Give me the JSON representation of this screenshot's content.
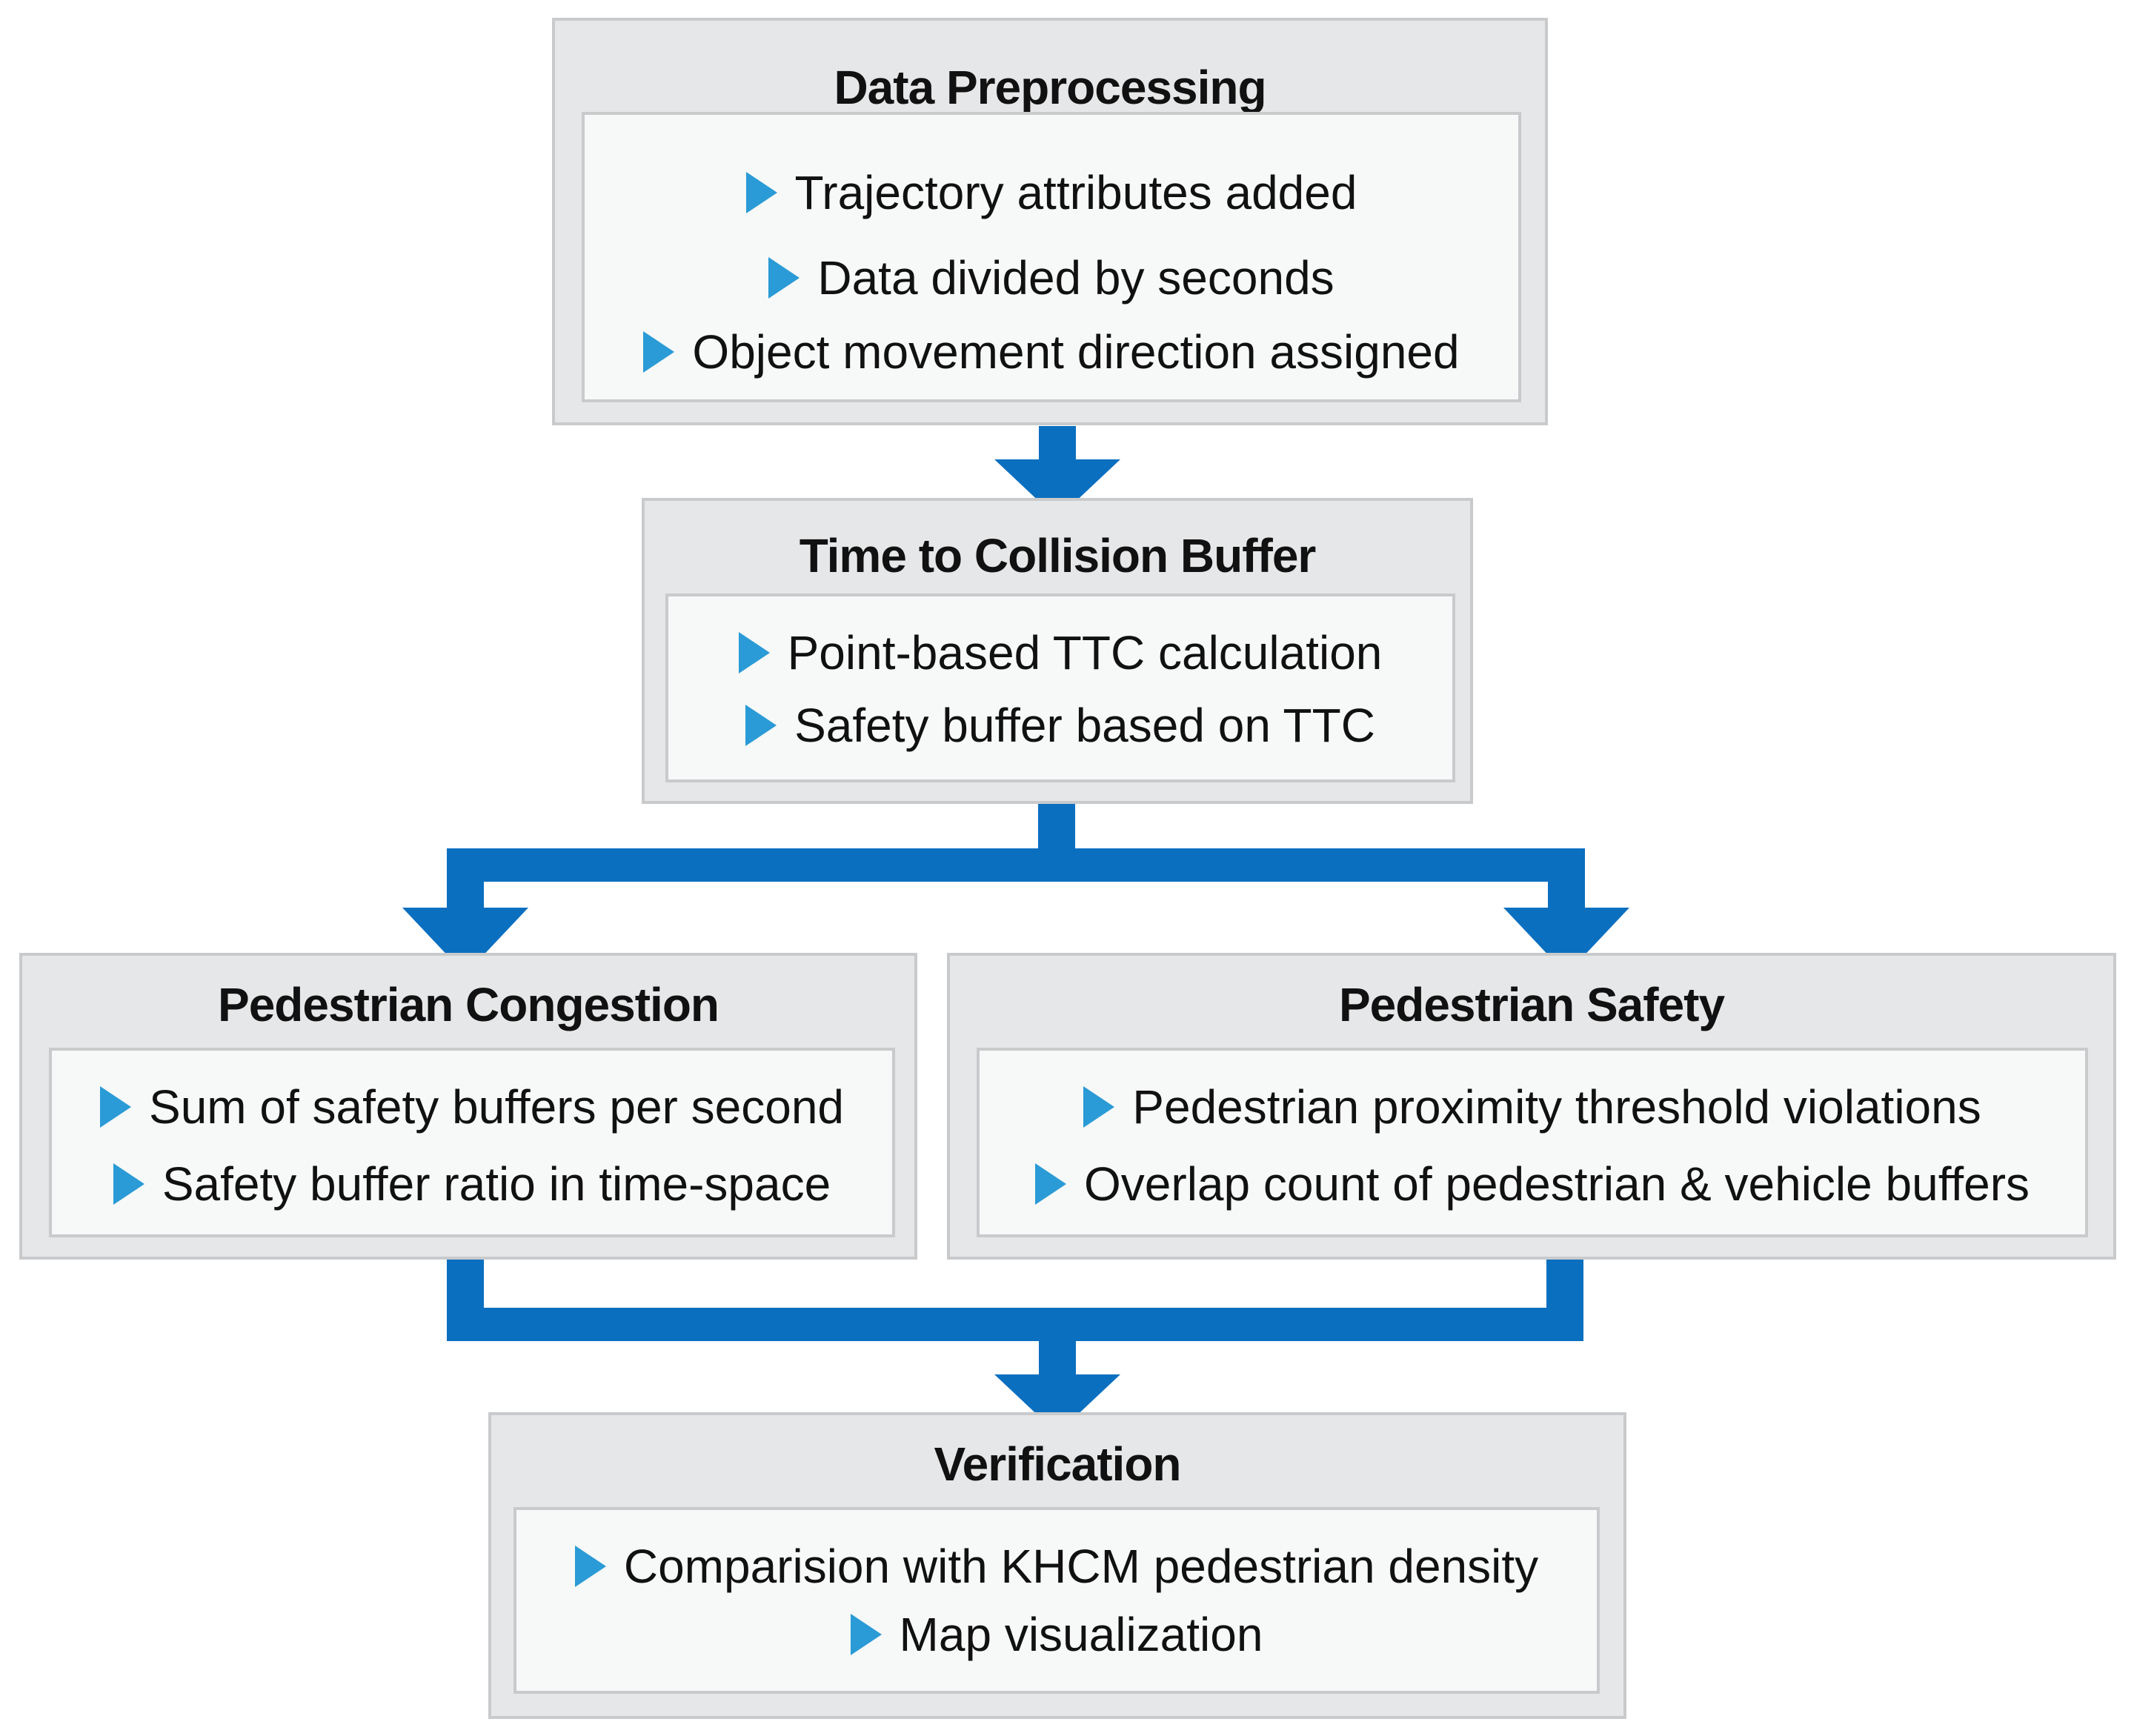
{
  "colors": {
    "arrow": "#0b6fc0",
    "bullet": "#2a9bd6",
    "stage_fill": "#e6e7e8",
    "inner_fill": "#f7f8f8",
    "border": "#c9cacc"
  },
  "icons": {
    "bullet": "triangle-right-icon",
    "connector": "arrow-down-icon"
  },
  "stages": {
    "data_preprocessing": {
      "title": "Data Preprocessing",
      "items": [
        "Trajectory attributes added",
        "Data divided by seconds",
        "Object movement direction assigned"
      ]
    },
    "ttc_buffer": {
      "title": "Time to Collision Buffer",
      "items": [
        "Point-based TTC calculation",
        "Safety buffer based on TTC"
      ]
    },
    "congestion": {
      "title": "Pedestrian Congestion",
      "items": [
        "Sum of safety buffers per second",
        "Safety buffer ratio in time-space"
      ]
    },
    "safety": {
      "title": "Pedestrian Safety",
      "items": [
        "Pedestrian proximity threshold violations",
        "Overlap count of pedestrian & vehicle buffers"
      ]
    },
    "verification": {
      "title": "Verification",
      "items": [
        "Comparision with KHCM pedestrian density",
        "Map visualization"
      ]
    }
  }
}
